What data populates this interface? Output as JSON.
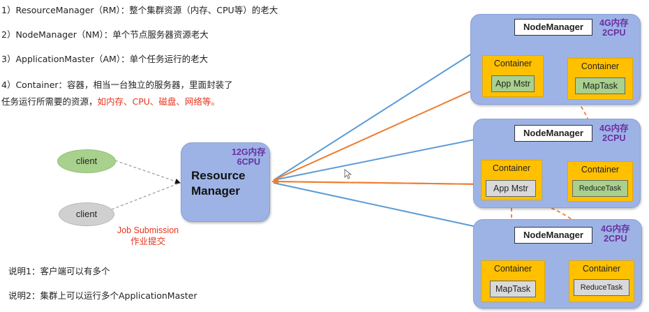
{
  "notes": {
    "rm": "1）ResourceManager（RM）：整个集群资源（内存、CPU等）的老大",
    "nm": "2）NodeManager（NM）：单个节点服务器资源老大",
    "am": "3）ApplicationMaster（AM）：单个任务运行的老大",
    "container_line1": "4）Container：容器，相当一台独立的服务器，里面封装了",
    "container_line2": "任务运行所需要的资源，",
    "container_line2_red": "如内存、CPU、磁盘、网络等。"
  },
  "explanations": {
    "e1": "说明1：客户端可以有多个",
    "e2": "说明2：集群上可以运行多个ApplicationMaster"
  },
  "clients": [
    "client",
    "client"
  ],
  "job_submission": {
    "en": "Job Submission",
    "zh": "作业提交"
  },
  "resource_manager": {
    "title_line1": "Resource",
    "title_line2": "Manager",
    "mem": "12G内存",
    "cpu": "6CPU"
  },
  "nodes": [
    {
      "title": "NodeManager",
      "mem": "4G内存",
      "cpu": "2CPU",
      "containers": [
        {
          "label": "Container",
          "task": "App Mstr"
        },
        {
          "label": "Container",
          "task": "MapTask"
        }
      ]
    },
    {
      "title": "NodeManager",
      "mem": "4G内存",
      "cpu": "2CPU",
      "containers": [
        {
          "label": "Container",
          "task": "App Mstr"
        },
        {
          "label": "Container",
          "task": "ReduceTask"
        }
      ]
    },
    {
      "title": "NodeManager",
      "mem": "4G内存",
      "cpu": "2CPU",
      "containers": [
        {
          "label": "Container",
          "task": "MapTask"
        },
        {
          "label": "Container",
          "task": "ReduceTask"
        }
      ]
    }
  ],
  "colors": {
    "blue_arrow": "#5b9bd5",
    "orange_arrow": "#ed7d31",
    "node_bg": "#9db3e6",
    "container": "#ffc000"
  }
}
